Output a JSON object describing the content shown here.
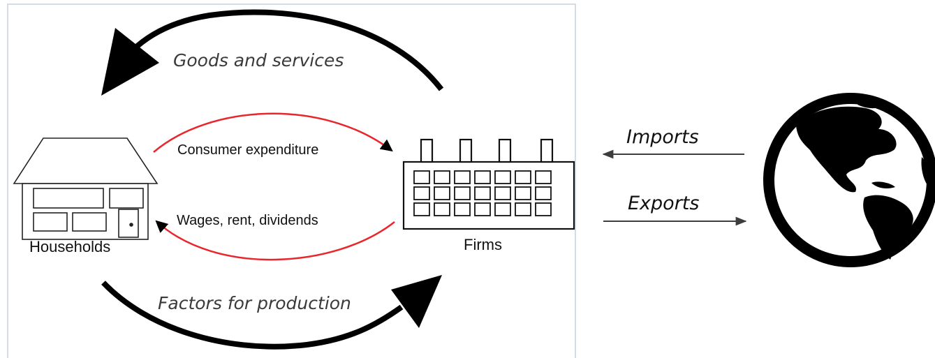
{
  "diagram": {
    "outer_flows": {
      "goods_and_services": "Goods and services",
      "factors_for_production": "Factors for production"
    },
    "inner_flows": {
      "consumer_expenditure": "Consumer expenditure",
      "wages_rent_dividends": "Wages, rent, dividends"
    },
    "nodes": {
      "households": "Households",
      "firms": "Firms"
    },
    "trade": {
      "imports": "Imports",
      "exports": "Exports"
    },
    "colors": {
      "outer_arrow": "#000000",
      "inner_arrow": "#e8262b",
      "frame_border": "#d6dce6",
      "trade_arrow": "#3d3d3d",
      "globe": "#000000"
    },
    "icons": {
      "households": "house-icon",
      "firms": "factory-icon",
      "world": "globe-icon"
    }
  }
}
